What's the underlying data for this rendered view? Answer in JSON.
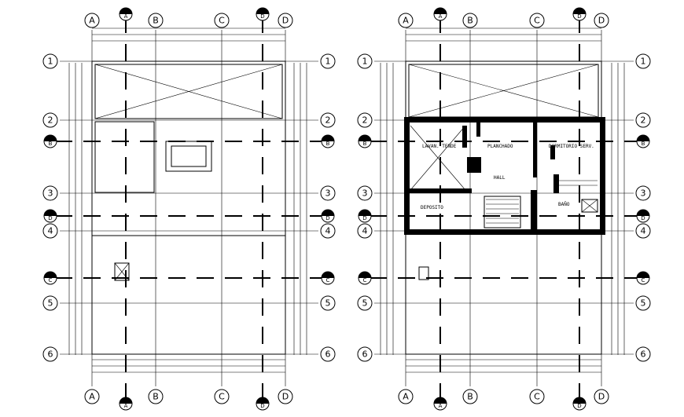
{
  "drawing": {
    "column_axes": [
      "A",
      "B",
      "C",
      "D"
    ],
    "row_axes": [
      "1",
      "2",
      "3",
      "4",
      "5",
      "6"
    ],
    "section_marks": [
      "A",
      "B",
      "C",
      "D"
    ],
    "rooms": {
      "laundry": "LAVAN. TENDE",
      "ironing": "PLANCHADO",
      "service_bedroom": "DORMITORIO SERV.",
      "hall": "HALL",
      "storage": "DEPOSITO",
      "bathroom": "BAÑO"
    }
  }
}
